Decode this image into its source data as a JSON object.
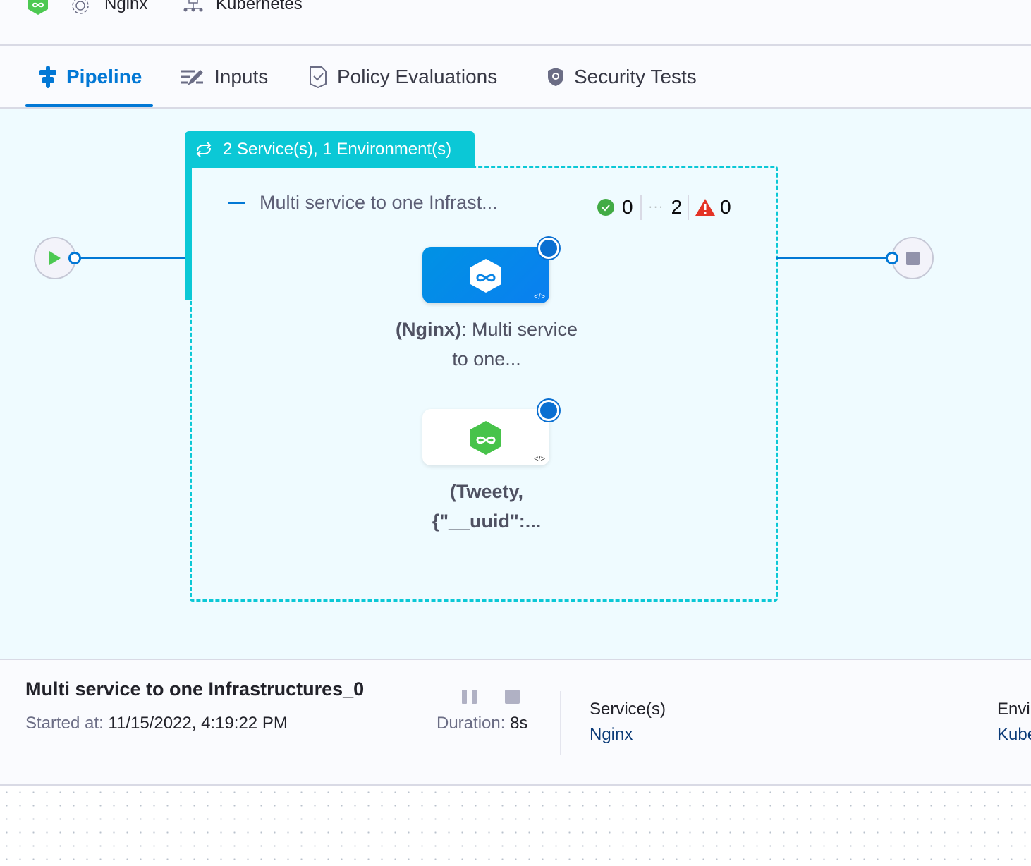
{
  "topbar": {
    "service": "Nginx",
    "infrastructure": "Kubernetes"
  },
  "tabs": [
    {
      "label": "Pipeline",
      "active": true
    },
    {
      "label": "Inputs"
    },
    {
      "label": "Policy Evaluations"
    },
    {
      "label": "Security Tests"
    }
  ],
  "stage_group": {
    "header": "2 Service(s), 1 Environment(s)",
    "title": "Multi service to one Infrast...",
    "counts": {
      "success": "0",
      "running": "2",
      "failed": "0"
    }
  },
  "nodes": [
    {
      "label_bold": "(Nginx)",
      "label_rest": ": Multi service to one...",
      "state": "selected"
    },
    {
      "label_bold": "(Tweety, {\"__uuid\":...",
      "label_rest": ""
    }
  ],
  "details": {
    "title": "Multi service to one Infrastructures_0",
    "started_label": "Started at:",
    "started_value": "11/15/2022, 4:19:22 PM",
    "duration_label": "Duration:",
    "duration_value": "8s",
    "services_label": "Service(s)",
    "services_value": "Nginx",
    "env_label": "Envi",
    "env_value": "Kube"
  },
  "colors": {
    "accent": "#0278d5",
    "group": "#0bc8d6",
    "success": "#42ab45",
    "failed": "#e43326"
  }
}
